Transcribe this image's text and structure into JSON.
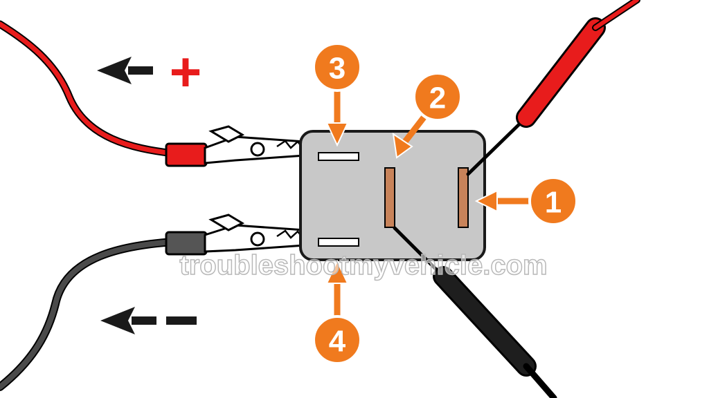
{
  "pins": [
    {
      "label": "1"
    },
    {
      "label": "2"
    },
    {
      "label": "3"
    },
    {
      "label": "4"
    }
  ],
  "battery_leads": {
    "positive_sign": "+",
    "negative_sign": "−"
  },
  "watermark": "troubleshootmyvehicle.com",
  "colors": {
    "positive_wire": "#e81c1c",
    "negative_wire": "#4a4a4a",
    "badge": "#f07a1e",
    "relay_body": "#c8c8c8",
    "terminal": "#c8835a",
    "arrow_dark": "#1a1a1a"
  }
}
